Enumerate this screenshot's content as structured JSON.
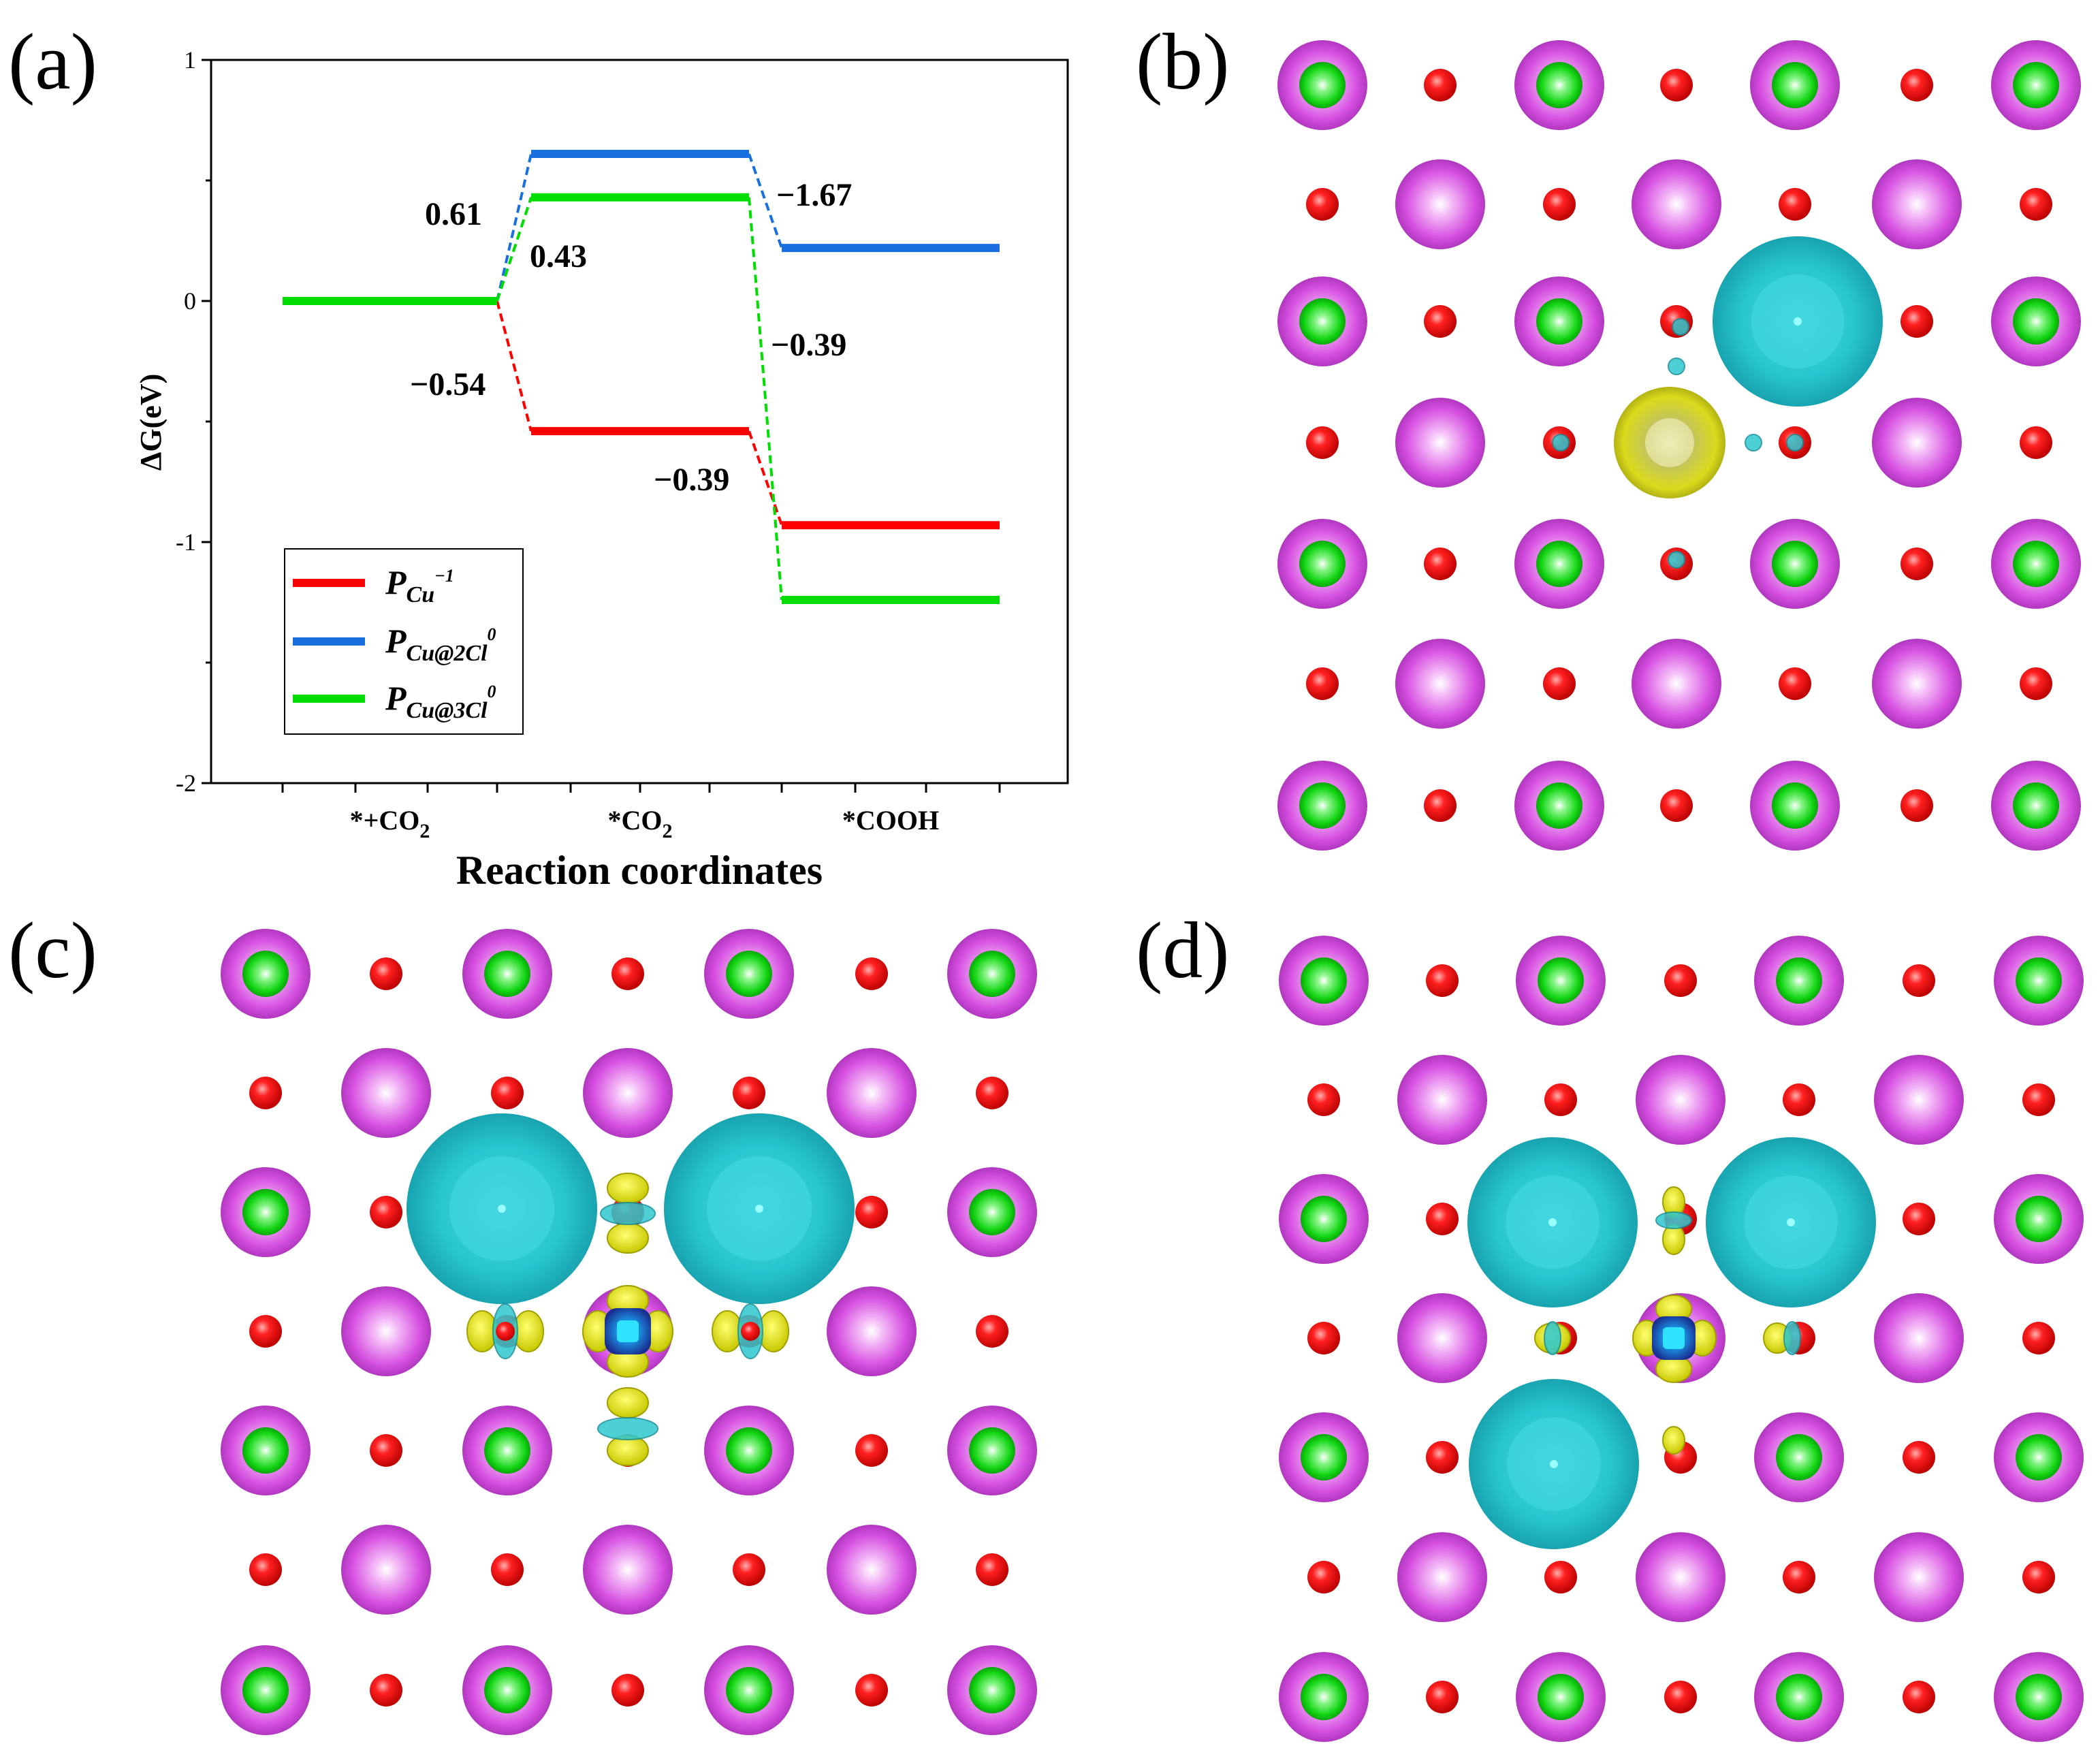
{
  "panels": {
    "a": "(a)",
    "b": "(b)",
    "c": "(c)",
    "d": "(d)"
  },
  "chart_data": {
    "type": "line",
    "subtype": "free-energy step diagram",
    "xlabel": "Reaction coordinates",
    "ylabel": "ΔG(eV)",
    "ylim": [
      -2,
      1
    ],
    "yticks": [
      1,
      0,
      -1,
      -2
    ],
    "ytick_labels": [
      "1",
      "0",
      "-1",
      "-2"
    ],
    "categories": [
      {
        "main": "*+CO",
        "sub": "2"
      },
      {
        "main": "*CO",
        "sub": "2"
      },
      {
        "main": "*COOH",
        "sub": ""
      }
    ],
    "grid": false,
    "legend_position": "bottom-left",
    "series": [
      {
        "name": "P_Cu^-1",
        "legend_main": "P",
        "legend_sub": "Cu",
        "legend_sup": "−1",
        "color": "#ff0000",
        "values": [
          0,
          -0.54,
          -0.93
        ]
      },
      {
        "name": "P_Cu@2Cl^0",
        "legend_main": "P",
        "legend_sub": "Cu@2Cl",
        "legend_sup": "0",
        "color": "#1a6fe0",
        "values": [
          0,
          0.61,
          0.22
        ]
      },
      {
        "name": "P_Cu@3Cl^0",
        "legend_main": "P",
        "legend_sub": "Cu@3Cl",
        "legend_sup": "0",
        "color": "#00dd00",
        "values": [
          0,
          0.43,
          -1.24
        ]
      }
    ],
    "annotations": [
      "0.61",
      "0.43",
      "−0.54",
      "−0.39",
      "−1.67",
      "−0.39"
    ]
  },
  "colors": {
    "magenta_atom": "#d54ee0",
    "green_atom": "#12d512",
    "red_atom": "#ff1a1a",
    "cyan_isosurface": "#27c6d0",
    "yellow_isosurface": "#dada1c",
    "blue_center": "#1a3faa"
  }
}
